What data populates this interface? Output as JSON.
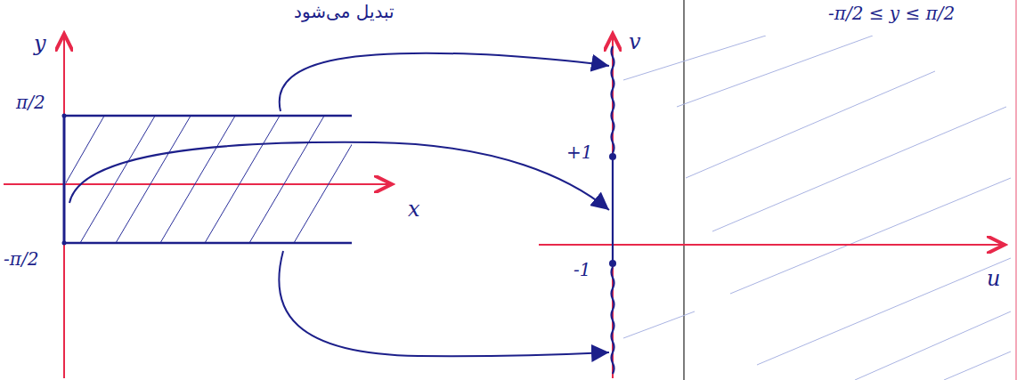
{
  "diagram": {
    "labels": [
      "تبدیل می‌شود",
      "-π/2 ≤ y ≤ π/2",
      "y",
      "π/2",
      "x",
      "-π/2",
      "v",
      "+1",
      "-1",
      "u"
    ]
  }
}
